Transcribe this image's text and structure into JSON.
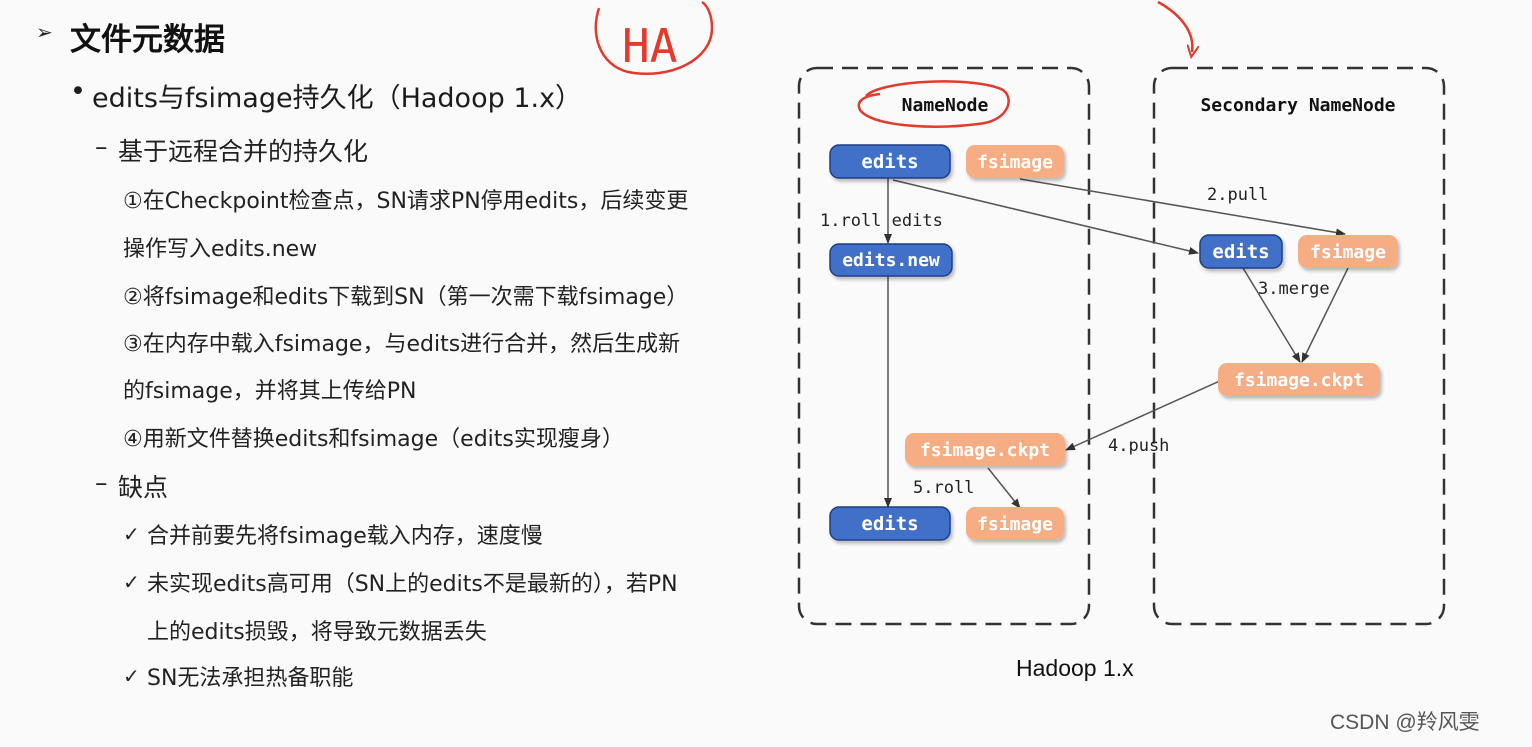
{
  "heading": "文件元数据",
  "bullet": "edits与fsimage持久化（Hadoop 1.x）",
  "section1": {
    "title": "基于远程合并的持久化",
    "steps": [
      "①在Checkpoint检查点，SN请求PN停用edits，后续变更",
      "操作写入edits.new",
      "②将fsimage和edits下载到SN（第一次需下载fsimage）",
      "③在内存中载入fsimage，与edits进行合并，然后生成新",
      "的fsimage，并将其上传给PN",
      "④用新文件替换edits和fsimage（edits实现瘦身）"
    ]
  },
  "section2": {
    "title": "缺点",
    "items": [
      "合并前要先将fsimage载入内存，速度慢",
      "未实现edits高可用（SN上的edits不是最新的），若PN",
      "上的edits损毁，将导致元数据丢失",
      "SN无法承担热备职能"
    ]
  },
  "diagram": {
    "annotation": "HA",
    "caption": "Hadoop 1.x",
    "namenode": {
      "title": "NameNode",
      "edits": "edits",
      "fsimage": "fsimage",
      "edits_new": "edits.new",
      "ckpt": "fsimage.ckpt",
      "edits2": "edits",
      "fsimage2": "fsimage"
    },
    "secondary": {
      "title": "Secondary NameNode",
      "edits": "edits",
      "fsimage": "fsimage",
      "ckpt": "fsimage.ckpt"
    },
    "steps": {
      "roll_edits": "1.roll edits",
      "pull": "2.pull",
      "merge": "3.merge",
      "push": "4.push",
      "roll": "5.roll"
    },
    "colors": {
      "blue": "#3f6fc8",
      "orange": "#f7ad84",
      "red": "#e23a2b"
    }
  },
  "watermark": "CSDN @羚风雯"
}
